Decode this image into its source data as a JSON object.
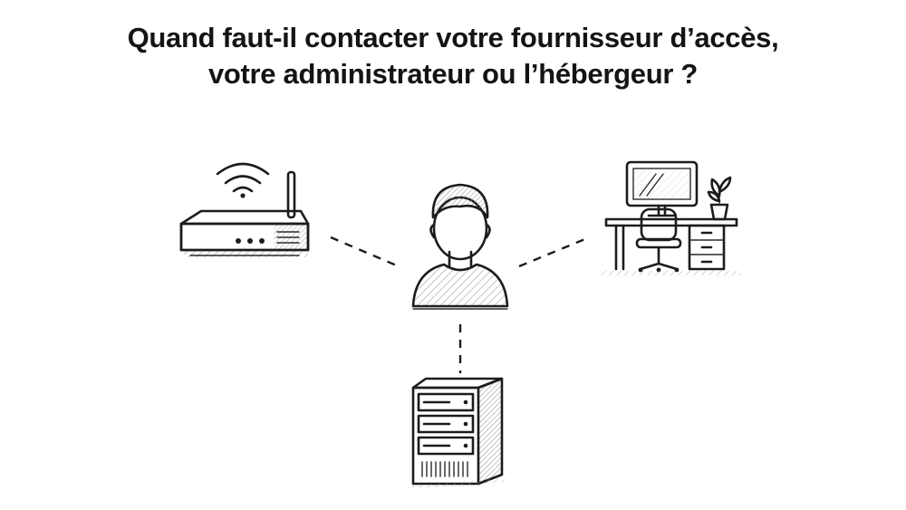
{
  "diagram": {
    "title_lines": [
      "Quand faut-il contacter votre fournisseur d’accès,",
      "votre administrateur ou l’hébergeur ?"
    ],
    "nodes": [
      {
        "id": "user",
        "icon": "person-icon"
      },
      {
        "id": "isp",
        "icon": "wifi-router-icon"
      },
      {
        "id": "admin",
        "icon": "office-desk-icon"
      },
      {
        "id": "host",
        "icon": "server-rack-icon"
      }
    ],
    "edges": [
      {
        "from": "user",
        "to": "isp",
        "style": "dashed"
      },
      {
        "from": "user",
        "to": "admin",
        "style": "dashed"
      },
      {
        "from": "user",
        "to": "host",
        "style": "dashed"
      }
    ],
    "colors": {
      "ink": "#1c1c1c",
      "background": "#ffffff"
    }
  }
}
